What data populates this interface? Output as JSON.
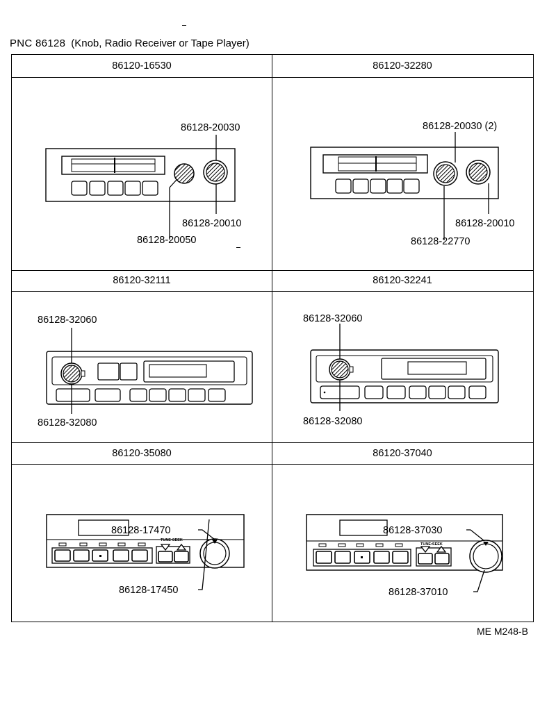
{
  "title": {
    "pnc": "PNC 86128",
    "description": "(Knob, Radio Receiver or Tape Player)"
  },
  "footer": {
    "code": "ME M248-B"
  },
  "panels": [
    {
      "model": "86120-16530",
      "labels": [
        "86128-20030",
        "86128-20010",
        "86128-20050"
      ]
    },
    {
      "model": "86120-32280",
      "labels": [
        "86128-20030 (2)",
        "86128-20010",
        "86128-22770"
      ]
    },
    {
      "model": "86120-32111",
      "labels": [
        "86128-32060",
        "86128-32080"
      ]
    },
    {
      "model": "86120-32241",
      "labels": [
        "86128-32060",
        "86128-32080"
      ]
    },
    {
      "model": "86120-35080",
      "labels": [
        "86128-17470",
        "86128-17450"
      ],
      "tune_label": "TUNE•SEEK"
    },
    {
      "model": "86120-37040",
      "labels": [
        "86128-37030",
        "86128-37010"
      ],
      "tune_label": "TUNE•SEEK"
    }
  ]
}
